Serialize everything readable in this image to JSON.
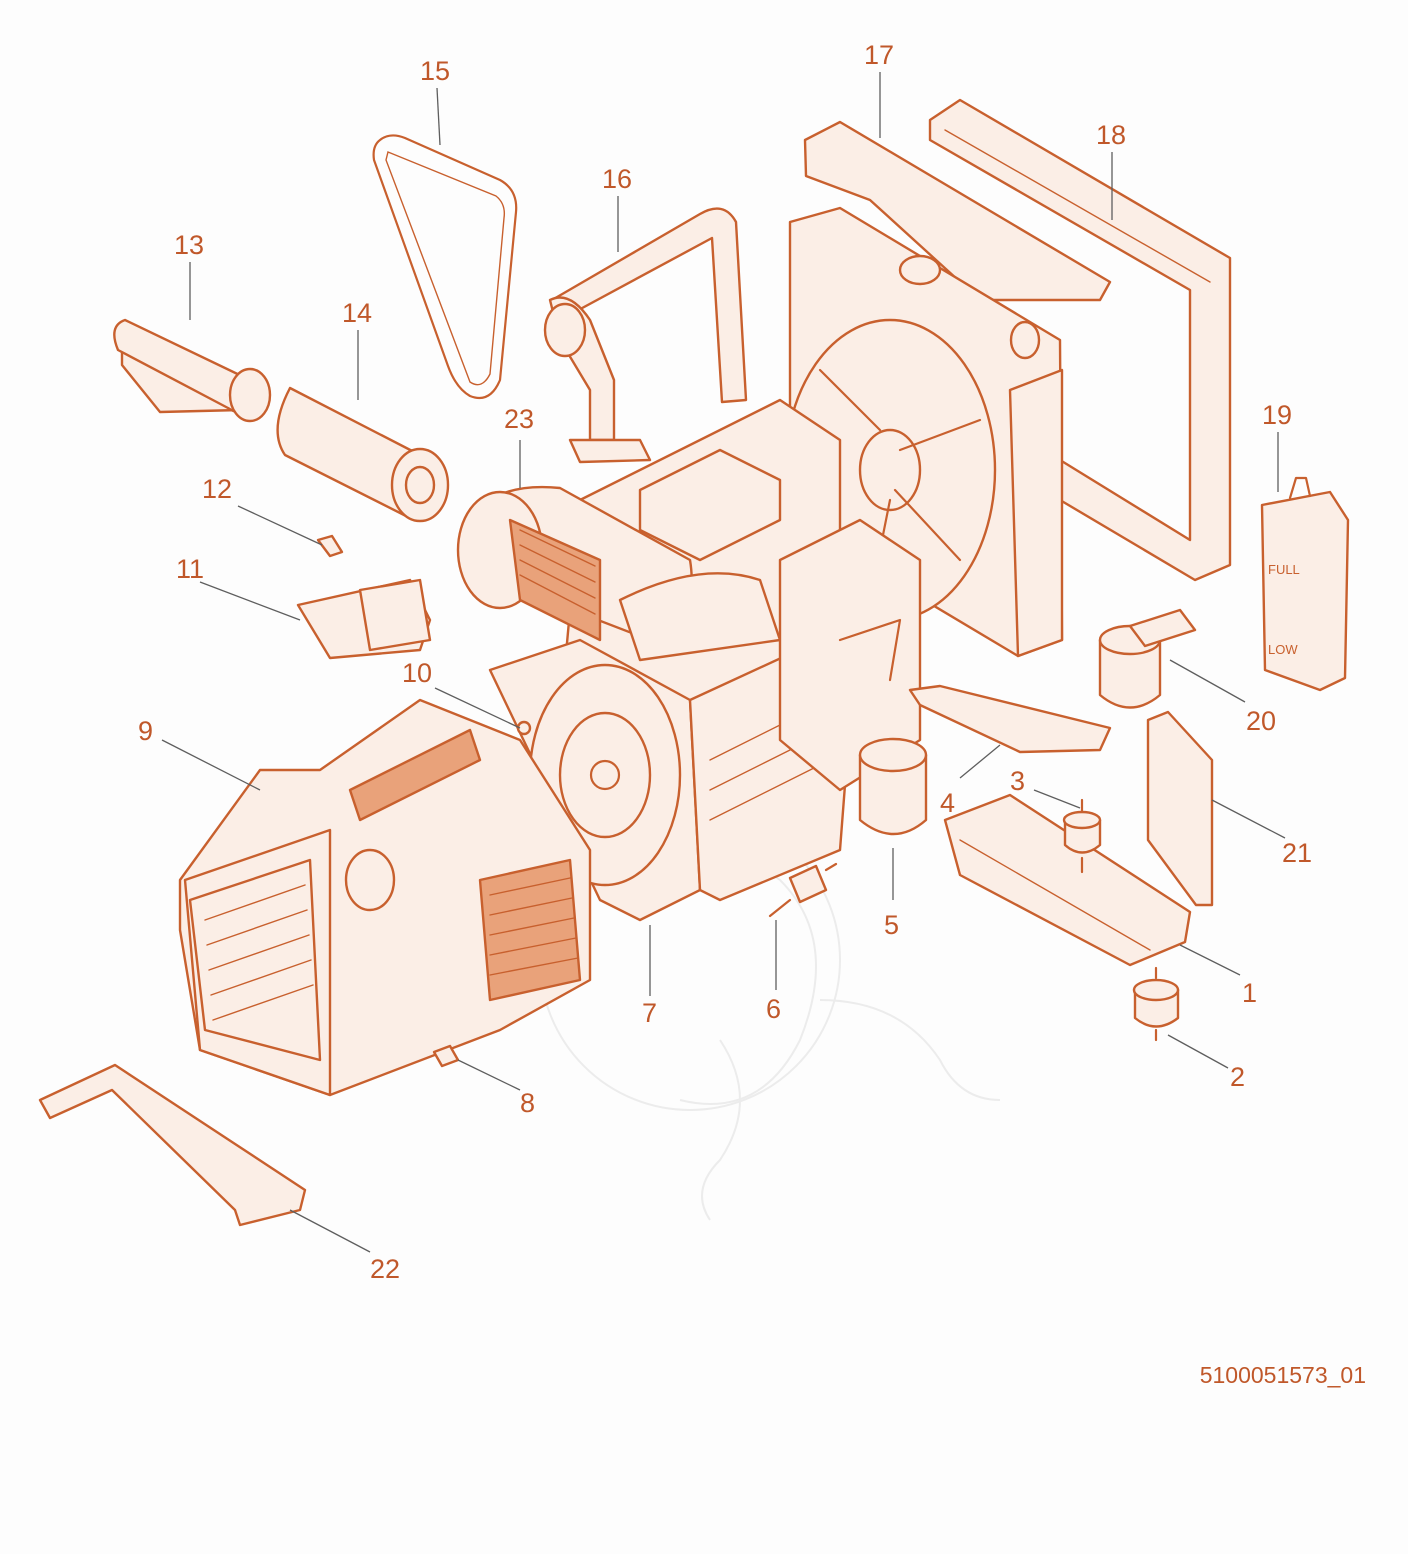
{
  "diagram": {
    "type": "exploded-parts-view",
    "colors": {
      "parts": "#c8602e",
      "labels": "#c0582a",
      "leaders": "#5e5e5e"
    },
    "callouts": [
      {
        "id": "1",
        "label": "1"
      },
      {
        "id": "2",
        "label": "2"
      },
      {
        "id": "3",
        "label": "3"
      },
      {
        "id": "4",
        "label": "4"
      },
      {
        "id": "5",
        "label": "5"
      },
      {
        "id": "6",
        "label": "6"
      },
      {
        "id": "7",
        "label": "7"
      },
      {
        "id": "8",
        "label": "8"
      },
      {
        "id": "9",
        "label": "9"
      },
      {
        "id": "10",
        "label": "10"
      },
      {
        "id": "11",
        "label": "11"
      },
      {
        "id": "12",
        "label": "12"
      },
      {
        "id": "13",
        "label": "13"
      },
      {
        "id": "14",
        "label": "14"
      },
      {
        "id": "15",
        "label": "15"
      },
      {
        "id": "16",
        "label": "16"
      },
      {
        "id": "17",
        "label": "17"
      },
      {
        "id": "18",
        "label": "18"
      },
      {
        "id": "19",
        "label": "19"
      },
      {
        "id": "20",
        "label": "20"
      },
      {
        "id": "21",
        "label": "21"
      },
      {
        "id": "22",
        "label": "22"
      },
      {
        "id": "23",
        "label": "23"
      }
    ],
    "reservoir_marks": {
      "full": "FULL",
      "low": "LOW"
    },
    "document_number": "5100051573_01"
  }
}
